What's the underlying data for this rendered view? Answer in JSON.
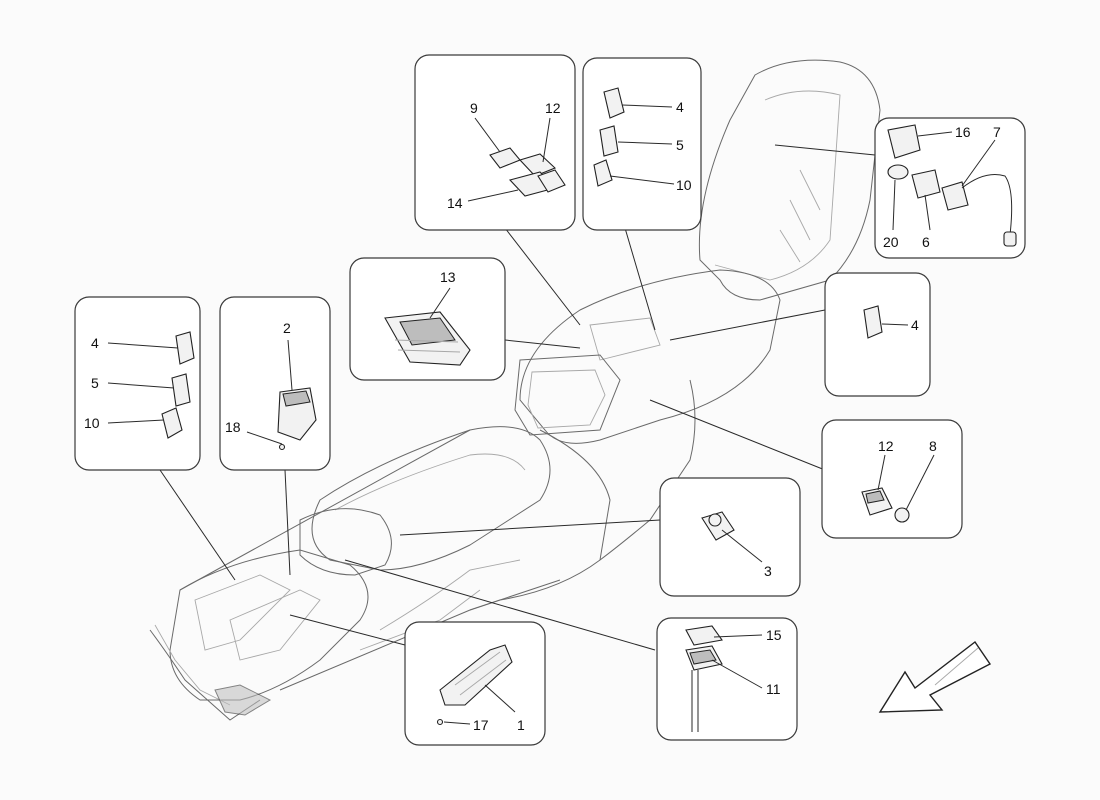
{
  "callouts": {
    "top_center": {
      "labels": [
        "9",
        "12",
        "14"
      ]
    },
    "top_mid": {
      "labels": [
        "4",
        "5",
        "10"
      ]
    },
    "top_right": {
      "labels": [
        "16",
        "7",
        "20",
        "6"
      ]
    },
    "mid_left": {
      "labels": [
        "13"
      ]
    },
    "right_mid": {
      "labels": [
        "4"
      ]
    },
    "far_left": {
      "labels": [
        "4",
        "5",
        "10"
      ]
    },
    "left_2": {
      "labels": [
        "2",
        "18"
      ]
    },
    "right_lower": {
      "labels": [
        "12",
        "8"
      ]
    },
    "center_right": {
      "labels": [
        "3"
      ]
    },
    "bottom_center": {
      "labels": [
        "17",
        "1"
      ]
    },
    "bottom_right": {
      "labels": [
        "15",
        "11"
      ]
    }
  },
  "icons": {
    "direction_arrow": "front-direction-arrow-icon"
  },
  "colors": {
    "line": "#2a2a2a",
    "box_fill": "#ffffff",
    "background": "#fbfbfb"
  }
}
